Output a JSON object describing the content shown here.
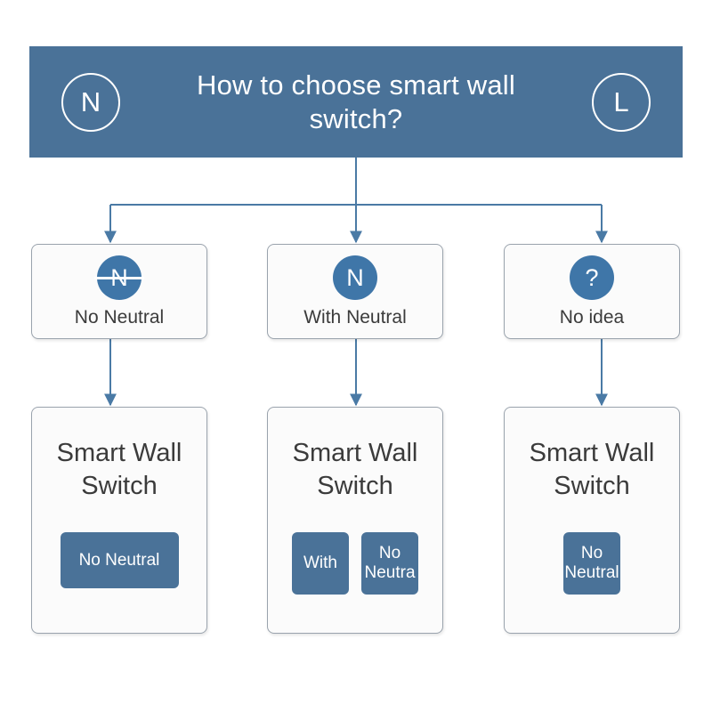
{
  "diagram": {
    "title": "How to choose smart wall switch?",
    "background_color": "#ffffff",
    "accent_color": "#4a7298",
    "badge_color": "#3f76a8",
    "connector_color": "#4a7aa5",
    "card_border_color": "#9aa3ad",
    "card_background": "#fbfbfb",
    "text_color": "#3b3b3b"
  },
  "header": {
    "title": "How to choose smart wall\nswitch?",
    "left_terminal": "N",
    "left_terminal_icon": "neutral-wire-circle-icon",
    "right_terminal": "L",
    "right_terminal_icon": "live-wire-circle-icon"
  },
  "options": [
    {
      "badge_text": "N",
      "badge_icon": "n-strikethrough-circle-icon",
      "badge_struck": true,
      "label": "No Neutral"
    },
    {
      "badge_text": "N",
      "badge_icon": "n-circle-icon",
      "badge_struck": false,
      "label": "With Neutral"
    },
    {
      "badge_text": "?",
      "badge_icon": "question-mark-circle-icon",
      "badge_struck": false,
      "label": "No idea"
    }
  ],
  "products": [
    {
      "title": "Smart Wall\nSwitch",
      "buttons": [
        {
          "label": "No Neutral",
          "shape": "wide"
        }
      ]
    },
    {
      "title": "Smart Wall\nSwitch",
      "buttons": [
        {
          "label": "With",
          "shape": "square"
        },
        {
          "label": "No\nNeutra",
          "shape": "square"
        }
      ]
    },
    {
      "title": "Smart Wall\nSwitch",
      "buttons": [
        {
          "label": "No\nNeutral",
          "shape": "square"
        }
      ]
    }
  ]
}
